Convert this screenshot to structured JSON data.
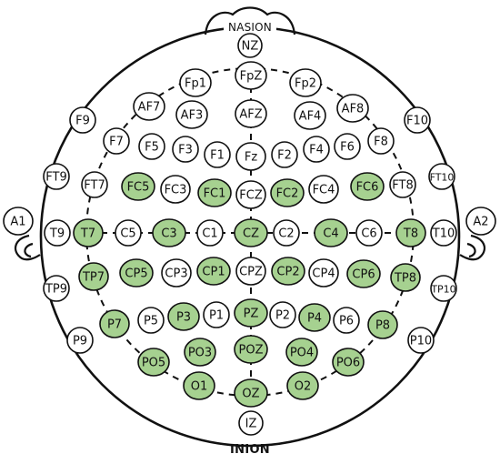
{
  "landmarks": {
    "top_label": "NASION",
    "bottom_label": "INION",
    "left_ear": "A1",
    "right_ear": "A2"
  },
  "colors": {
    "highlight": "#a6d190",
    "plain": "#ffffff",
    "stroke": "#111111"
  },
  "electrodes": [
    {
      "label": "NZ",
      "hl": false
    },
    {
      "label": "FpZ",
      "hl": false
    },
    {
      "label": "Fp1",
      "hl": false
    },
    {
      "label": "Fp2",
      "hl": false
    },
    {
      "label": "AF7",
      "hl": false
    },
    {
      "label": "AF3",
      "hl": false
    },
    {
      "label": "AFZ",
      "hl": false
    },
    {
      "label": "AF4",
      "hl": false
    },
    {
      "label": "AF8",
      "hl": false
    },
    {
      "label": "F9",
      "hl": false
    },
    {
      "label": "F7",
      "hl": false
    },
    {
      "label": "F5",
      "hl": false
    },
    {
      "label": "F3",
      "hl": false
    },
    {
      "label": "F1",
      "hl": false
    },
    {
      "label": "Fz",
      "hl": false
    },
    {
      "label": "F2",
      "hl": false
    },
    {
      "label": "F4",
      "hl": false
    },
    {
      "label": "F6",
      "hl": false
    },
    {
      "label": "F8",
      "hl": false
    },
    {
      "label": "F10",
      "hl": false
    },
    {
      "label": "FT9",
      "hl": false
    },
    {
      "label": "FT7",
      "hl": false
    },
    {
      "label": "FC5",
      "hl": true
    },
    {
      "label": "FC3",
      "hl": false
    },
    {
      "label": "FC1",
      "hl": true
    },
    {
      "label": "FCZ",
      "hl": false
    },
    {
      "label": "FC2",
      "hl": true
    },
    {
      "label": "FC4",
      "hl": false
    },
    {
      "label": "FC6",
      "hl": true
    },
    {
      "label": "FT8",
      "hl": false
    },
    {
      "label": "FT10",
      "hl": false
    },
    {
      "label": "T9",
      "hl": false
    },
    {
      "label": "T7",
      "hl": true
    },
    {
      "label": "C5",
      "hl": false
    },
    {
      "label": "C3",
      "hl": true
    },
    {
      "label": "C1",
      "hl": false
    },
    {
      "label": "CZ",
      "hl": true
    },
    {
      "label": "C2",
      "hl": false
    },
    {
      "label": "C4",
      "hl": true
    },
    {
      "label": "C6",
      "hl": false
    },
    {
      "label": "T8",
      "hl": true
    },
    {
      "label": "T10",
      "hl": false
    },
    {
      "label": "TP9",
      "hl": false
    },
    {
      "label": "TP7",
      "hl": true
    },
    {
      "label": "CP5",
      "hl": true
    },
    {
      "label": "CP3",
      "hl": false
    },
    {
      "label": "CP1",
      "hl": true
    },
    {
      "label": "CPZ",
      "hl": false
    },
    {
      "label": "CP2",
      "hl": true
    },
    {
      "label": "CP4",
      "hl": false
    },
    {
      "label": "CP6",
      "hl": true
    },
    {
      "label": "TP8",
      "hl": true
    },
    {
      "label": "TP10",
      "hl": false
    },
    {
      "label": "P9",
      "hl": false
    },
    {
      "label": "P7",
      "hl": true
    },
    {
      "label": "P5",
      "hl": false
    },
    {
      "label": "P3",
      "hl": true
    },
    {
      "label": "P1",
      "hl": false
    },
    {
      "label": "PZ",
      "hl": true
    },
    {
      "label": "P2",
      "hl": false
    },
    {
      "label": "P4",
      "hl": true
    },
    {
      "label": "P6",
      "hl": false
    },
    {
      "label": "P8",
      "hl": true
    },
    {
      "label": "P10",
      "hl": false
    },
    {
      "label": "PO5",
      "hl": true
    },
    {
      "label": "PO3",
      "hl": true
    },
    {
      "label": "POZ",
      "hl": true
    },
    {
      "label": "PO4",
      "hl": true
    },
    {
      "label": "PO6",
      "hl": true
    },
    {
      "label": "O1",
      "hl": true
    },
    {
      "label": "OZ",
      "hl": true
    },
    {
      "label": "O2",
      "hl": true
    },
    {
      "label": "IZ",
      "hl": false
    }
  ]
}
